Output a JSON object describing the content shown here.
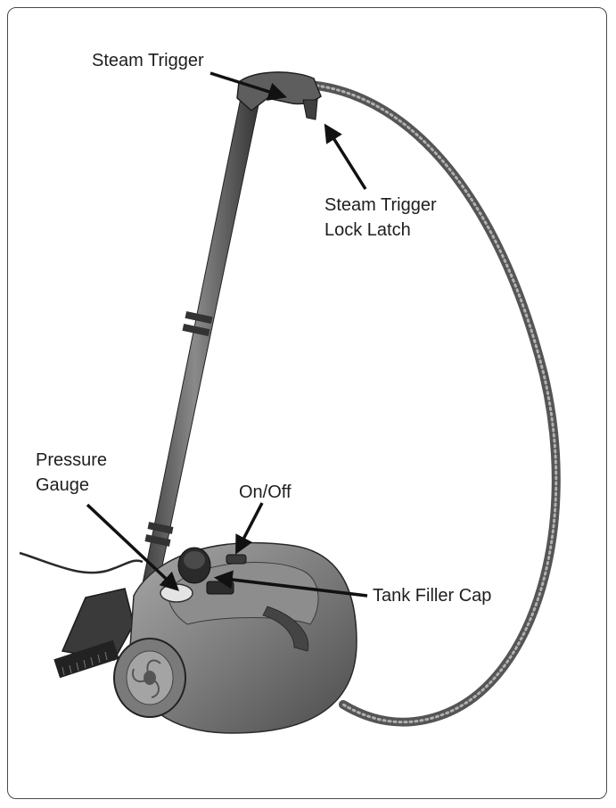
{
  "labels": {
    "steam_trigger": "Steam Trigger",
    "lock_latch_line1": "Steam Trigger",
    "lock_latch_line2": "Lock Latch",
    "pressure_gauge_line1": "Pressure",
    "pressure_gauge_line2": "Gauge",
    "on_off": "On/Off",
    "tank_filler_cap": "Tank Filler Cap"
  },
  "colors": {
    "text": "#1e1e1e",
    "arrow": "#111111",
    "body_dark": "#6b6b6b",
    "body_light": "#9a9a9a",
    "frame": "#4a4a4a"
  }
}
